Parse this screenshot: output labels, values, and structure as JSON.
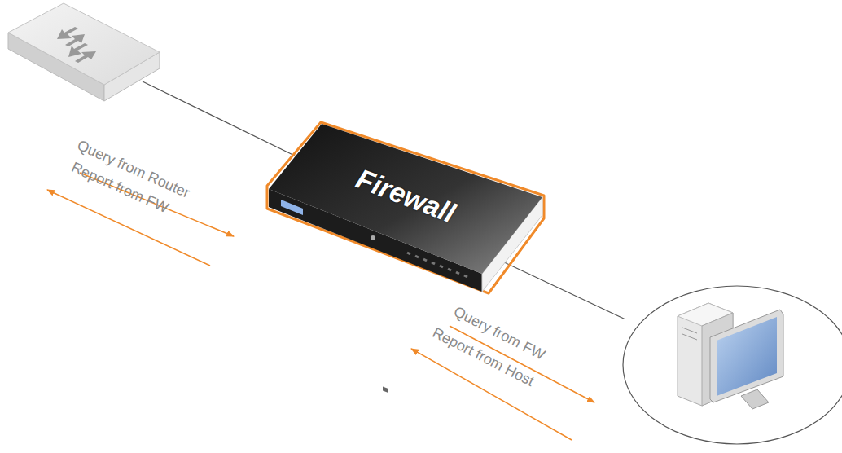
{
  "diagram": {
    "nodes": [
      {
        "text": [
          "Firewall"
        ]
      }
    ],
    "labels": [
      "Query from Router",
      "Report from FW",
      "Query from FW",
      "Report from Host"
    ]
  }
}
